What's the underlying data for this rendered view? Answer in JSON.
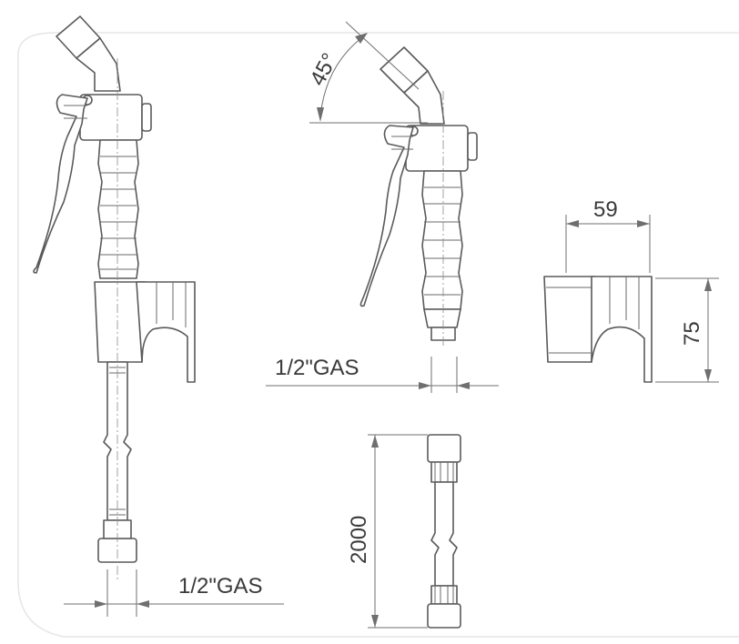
{
  "dimensions": {
    "angle": "45°",
    "thread_right": "1/2\"GAS",
    "thread_bottom": "1/2\"GAS",
    "bracket_width": "59",
    "bracket_height": "75",
    "hose_length": "2000"
  },
  "colors": {
    "line": "#5a5a5a",
    "dimension": "#6f6f6f",
    "text": "#3a3a3a",
    "background": "#ffffff"
  }
}
